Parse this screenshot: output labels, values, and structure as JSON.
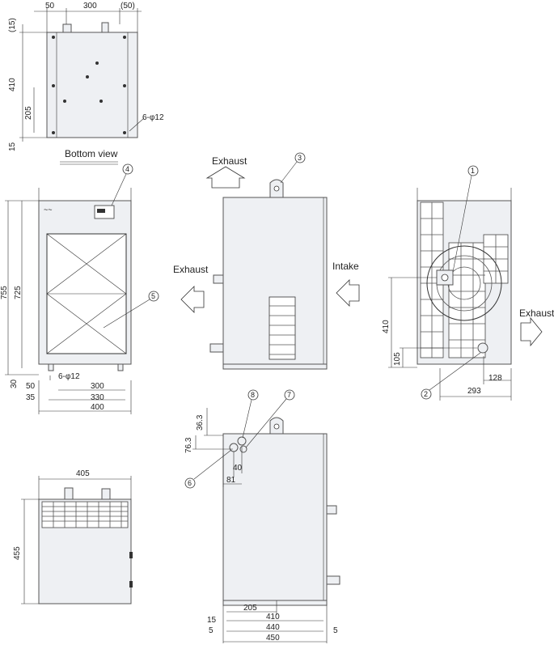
{
  "bottom_view": {
    "caption": "Bottom view",
    "dim_left": "50",
    "dim_width": "300",
    "dim_right": "(50)",
    "dim_top_offset": "(15)",
    "dim_height": "410",
    "dim_inner": "205",
    "dim_bottom_offset": "15",
    "holes": "6-φ12"
  },
  "front_view": {
    "callout_controller": "4",
    "callout_filter": "5",
    "dim_total_height": "755",
    "dim_body_height": "725",
    "dim_foot": "30",
    "holes": "6-φ12",
    "dim_50": "50",
    "dim_300": "300",
    "dim_35": "35",
    "dim_330": "330",
    "dim_400": "400"
  },
  "side_view": {
    "exhaust_top": "Exhaust",
    "exhaust_left": "Exhaust",
    "intake": "Intake",
    "callout_eyebolt": "3"
  },
  "rear_view": {
    "callout_fan": "1",
    "callout_drain": "2",
    "exhaust": "Exhaust",
    "dim_410": "410",
    "dim_105": "105",
    "dim_128": "128",
    "dim_293": "293"
  },
  "top_view": {
    "callout_6": "6",
    "callout_7": "7",
    "callout_8": "8",
    "dim_36_3": "36.3",
    "dim_76_3": "76.3",
    "dim_40": "40",
    "dim_81": "81",
    "dim_15": "15",
    "dim_205": "205",
    "dim_410": "410",
    "dim_5_left": "5",
    "dim_440": "440",
    "dim_5_right": "5",
    "dim_450": "450"
  },
  "back_view": {
    "dim_405": "405",
    "dim_455": "455"
  }
}
